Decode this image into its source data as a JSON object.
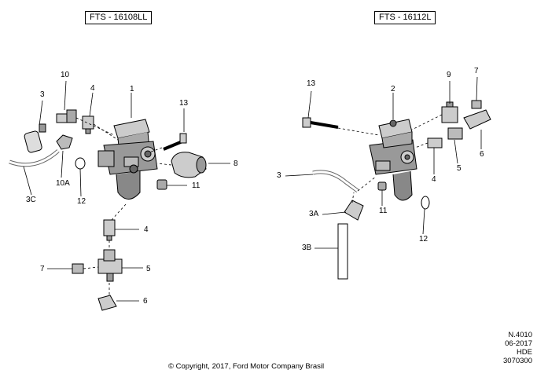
{
  "titles": {
    "left": "FTS - 16108LL",
    "right": "FTS - 16112L"
  },
  "left_callouts": {
    "c1": "1",
    "c3": "3",
    "c10": "10",
    "c4a": "4",
    "c13": "13",
    "c8": "8",
    "c10a": "10A",
    "c12": "12",
    "c3c": "3C",
    "c11": "11",
    "c4b": "4",
    "c7": "7",
    "c5": "5",
    "c6": "6"
  },
  "right_callouts": {
    "c13": "13",
    "c2": "2",
    "c9": "9",
    "c7": "7",
    "c6": "6",
    "c5": "5",
    "c4": "4",
    "c3": "3",
    "c11": "11",
    "c3a": "3A",
    "c3b": "3B",
    "c12": "12"
  },
  "meta": {
    "code": "N.4010",
    "date": "06-2017",
    "line": "HDE",
    "number": "3070300"
  },
  "copyright": "© Copyright, 2017, Ford Motor Company Brasil"
}
